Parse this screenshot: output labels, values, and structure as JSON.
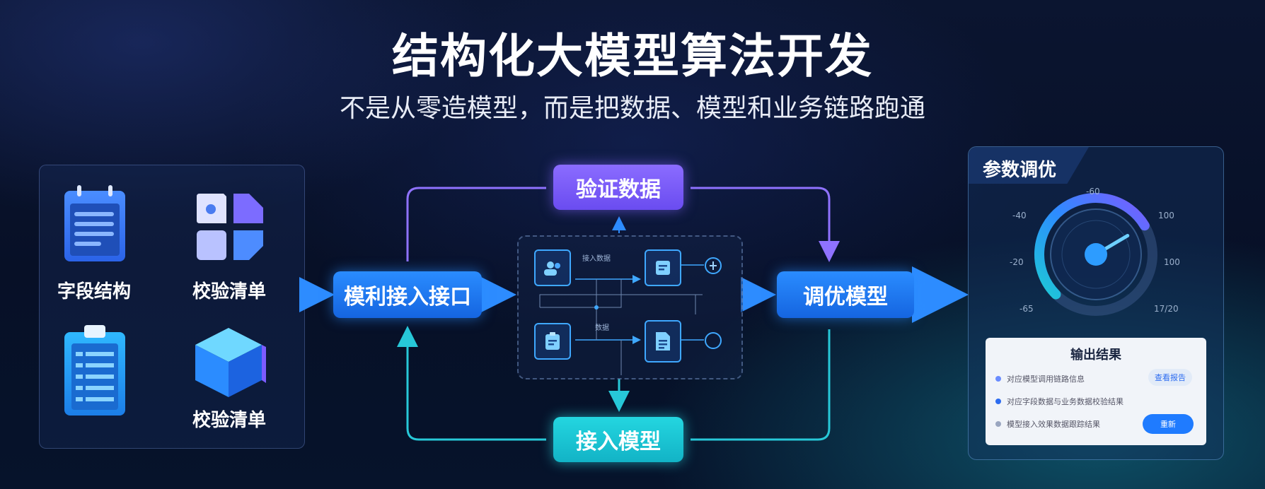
{
  "header": {
    "title": "结构化大模型算法开发",
    "subtitle": "不是从零造模型，而是把数据、模型和业务链路跑通"
  },
  "left_panel": {
    "tiles": [
      {
        "label": "字段结构",
        "icon": "document-list-icon"
      },
      {
        "label": "校验清单",
        "icon": "puzzle-blocks-icon"
      },
      {
        "label": "",
        "icon": "clipboard-list-icon"
      },
      {
        "label": "校验清单",
        "icon": "cube-icon"
      }
    ]
  },
  "flow": {
    "api": "模利接入接口",
    "verify": "验证数据",
    "tune": "调优模型",
    "access": "接入模型"
  },
  "mid_panel": {
    "tiny_labels": [
      "接入数据",
      "数据"
    ]
  },
  "right_panel": {
    "title": "参数调优",
    "gauge": {
      "labels": [
        "-60",
        "-40",
        "100",
        "-20",
        "100",
        "-65",
        "17/20"
      ],
      "value_fraction": 0.72
    },
    "output": {
      "title": "输出结果",
      "rows": [
        {
          "text": "对应模型调用链路信息"
        },
        {
          "text": "对应字段数据与业务数据校验结果"
        },
        {
          "text": "模型接入效果数据跟踪结果"
        }
      ],
      "buttons": [
        "查看报告",
        "重新"
      ]
    }
  },
  "colors": {
    "blue": "#1f7bff",
    "purple": "#7b5cff",
    "cyan": "#1ec8d6"
  }
}
